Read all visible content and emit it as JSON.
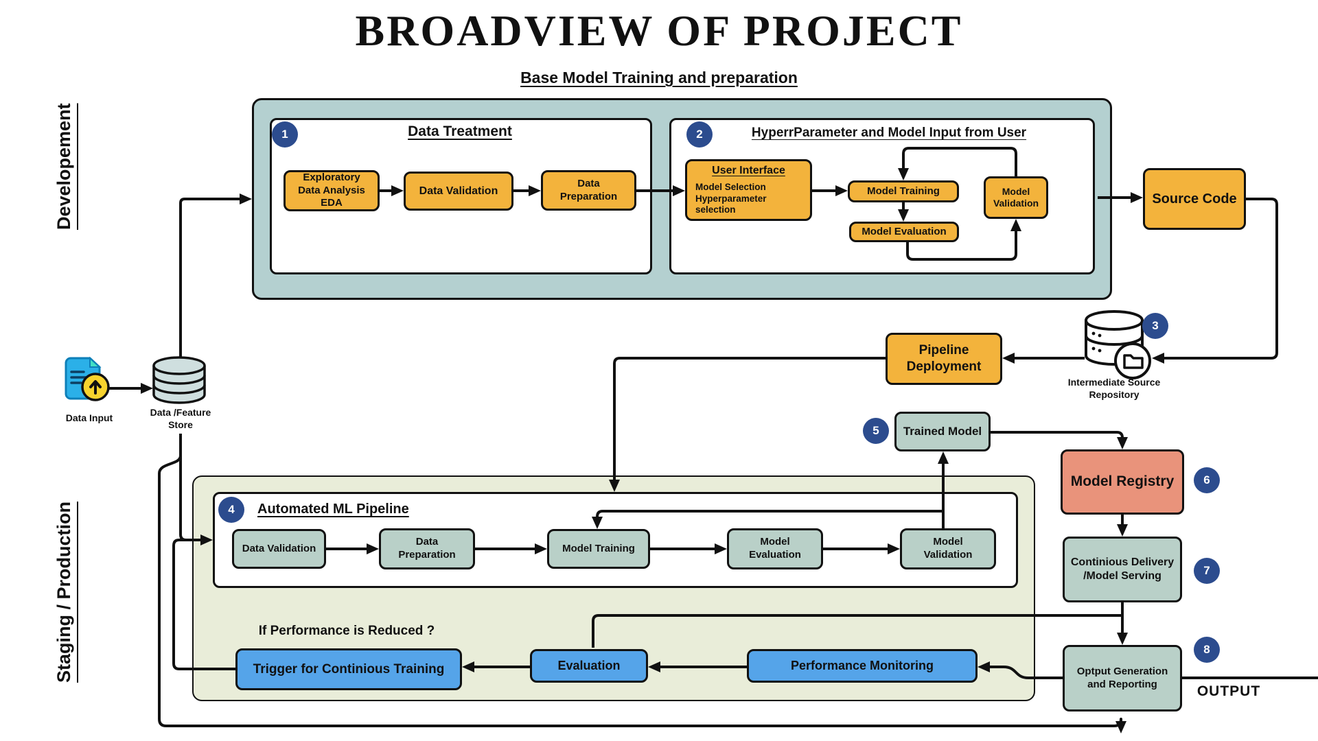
{
  "title": "BROADVIEW OF PROJECT",
  "subtitle": "Base Model Training and preparation",
  "side_labels": {
    "development": "Developement",
    "staging": "Staging / Production"
  },
  "development": {
    "data_treatment": {
      "badge": "1",
      "heading": "Data Treatment",
      "eda": "Exploratory Data Analysis EDA",
      "validation": "Data  Validation",
      "preparation": "Data Preparation"
    },
    "hyperparameter": {
      "badge": "2",
      "heading": "HyperrParameter and Model Input from User",
      "user_interface_title": "User Interface",
      "user_interface_line1": "Model Selection",
      "user_interface_line2": "Hyperparameter selection",
      "model_training": "Model Training",
      "model_evaluation": "Model Evaluation",
      "model_validation": "Model Validation"
    },
    "source_code": "Source Code"
  },
  "middle": {
    "data_input_label": "Data Input",
    "feature_store_label": "Data /Feature Store",
    "repository": {
      "badge": "3",
      "label": "Intermediate Source Repository"
    },
    "pipeline_deployment": "Pipeline Deployment",
    "trained_model": {
      "badge": "5",
      "label": "Trained Model"
    },
    "model_registry": {
      "badge": "6",
      "label": "Model Registry"
    }
  },
  "staging": {
    "pipeline": {
      "badge": "4",
      "heading": "Automated ML Pipeline",
      "steps": [
        "Data Validation",
        "Data Preparation",
        "Model Training",
        "Model Evaluation",
        "Model Validation"
      ]
    },
    "continuous_delivery": {
      "badge": "7",
      "label": "Continious Delivery /Model Serving"
    },
    "output_generation": {
      "badge": "8",
      "label": "Optput Generation and Reporting"
    },
    "output_label": "OUTPUT",
    "if_performance": "If Performance is Reduced ?",
    "trigger": "Trigger for Continious Training",
    "evaluation": "Evaluation",
    "performance_monitoring": "Performance Monitoring"
  },
  "colors": {
    "accent_orange": "#F3B33C",
    "teal_container": "#B4D0D0",
    "teal_box": "#B9D0C8",
    "green_container": "#E9EDD9",
    "salmon": "#E9937B",
    "blue": "#55A4E9",
    "badge_blue": "#2C4C8E"
  }
}
